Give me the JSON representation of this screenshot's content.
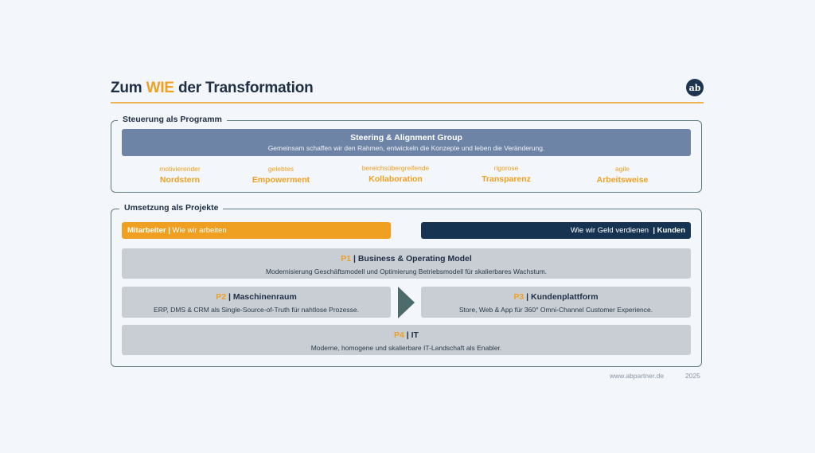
{
  "title": {
    "prefix": "Zum ",
    "accent": "WIE",
    "suffix": " der Transformation"
  },
  "logo": {
    "text": "ab"
  },
  "steering_section": {
    "label": "Steuerung als Programm",
    "group": {
      "title": "Steering & Alignment Group",
      "subtitle": "Gemeinsam schaffen wir den Rahmen, entwickeln die Konzepte und leben die Veränderung."
    },
    "pillars": [
      {
        "small": "motivierender",
        "large": "Nordstern"
      },
      {
        "small": "gelebtes",
        "large": "Empowerment"
      },
      {
        "small": "bereichsübergreifende",
        "large": "Kollaboration"
      },
      {
        "small": "rigorose",
        "large": "Transparenz"
      },
      {
        "small": "agile",
        "large": "Arbeitsweise"
      }
    ]
  },
  "projects_section": {
    "label": "Umsetzung als Projekte",
    "left_bar": {
      "bold": "Mitarbeiter",
      "sep": " | ",
      "text": "Wie wir arbeiten"
    },
    "right_bar": {
      "text": "Wie wir Geld verdienen",
      "sep": "  | ",
      "bold": "Kunden"
    },
    "p1": {
      "num": "P1",
      "title": " | Business & Operating Model",
      "desc": "Modernisierung Geschäftsmodell und Optimierung Betriebsmodell für skalierbares Wachstum."
    },
    "p2": {
      "num": "P2",
      "title": " | Maschinenraum",
      "desc": "ERP, DMS & CRM als Single-Source-of-Truth für nahtlose Prozesse."
    },
    "p3": {
      "num": "P3",
      "title": " | Kundenplattform",
      "desc": "Store, Web & App für 360° Omni-Channel Customer Experience."
    },
    "p4": {
      "num": "P4",
      "title": " | IT",
      "desc": "Moderne, homogene und skalierbare IT-Landschaft als Enabler."
    }
  },
  "footer": {
    "url": "www.abpartner.de",
    "year": "2025"
  }
}
